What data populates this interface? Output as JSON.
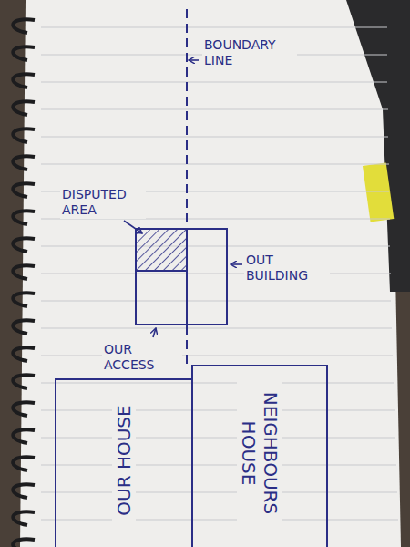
{
  "diagram": {
    "nodes": [
      {
        "text": [
          "OUT BUILDING"
        ]
      },
      {
        "text": [
          "OUR HOUSE"
        ]
      },
      {
        "text": [
          "NEIGHBOURS HOUSE"
        ]
      }
    ],
    "labels": [
      "BOUNDARY LINE",
      "DISPUTED AREA",
      "OUR ACCESS"
    ]
  }
}
